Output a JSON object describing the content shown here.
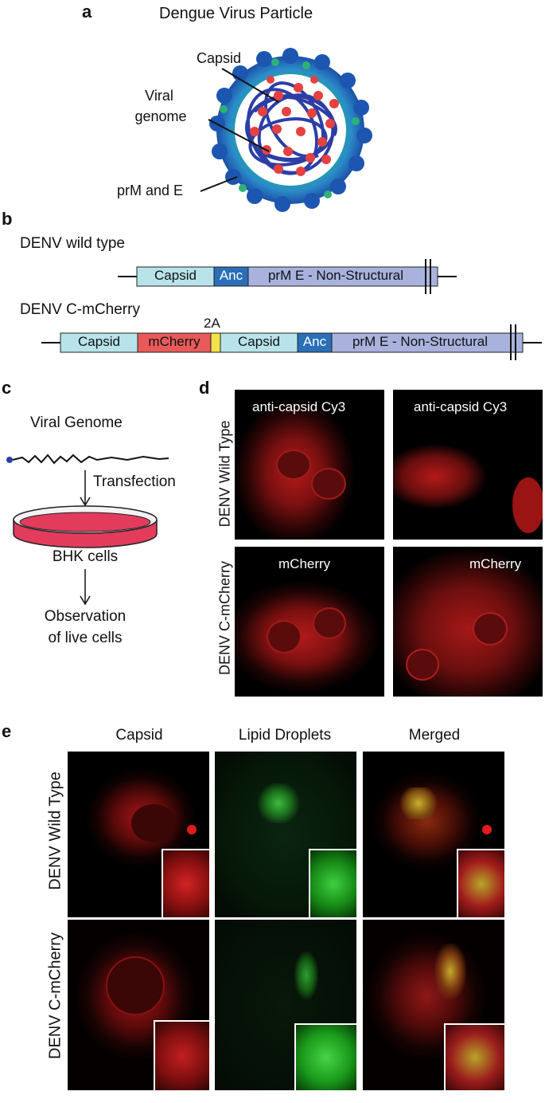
{
  "panel_a": {
    "letter": "a",
    "title": "Dengue Virus Particle",
    "labels": {
      "capsid": "Capsid",
      "viral": "Viral",
      "genome": "genome",
      "prm_e": "prM and E"
    }
  },
  "panel_b": {
    "letter": "b",
    "wild_type": {
      "label": "DENV wild type",
      "segments": [
        "Capsid",
        "Anc",
        "prM E - Non-Structural"
      ]
    },
    "c_mcherry": {
      "label": "DENV C-mCherry",
      "marker_2a": "2A",
      "segments": [
        "Capsid",
        "mCherry",
        "Capsid",
        "Anc",
        "prM E - Non-Structural"
      ]
    },
    "colors": {
      "capsid": "#b8e3ea",
      "anc": "#2a6fb8",
      "prm": "#a8b2dd",
      "mcherry": "#e85a5a",
      "two_a": "#f2e34a"
    }
  },
  "panel_c": {
    "letter": "c",
    "viral_genome": "Viral Genome",
    "transfection": "Transfection",
    "bhk": "BHK cells",
    "observation_1": "Observation",
    "observation_2": "of live cells"
  },
  "panel_d": {
    "letter": "d",
    "row_wild": "DENV Wild Type",
    "row_mcherry": "DENV C-mCherry",
    "img_tl": "anti-capsid Cy3",
    "img_tr": "anti-capsid Cy3",
    "img_bl": "mCherry",
    "img_br": "mCherry"
  },
  "panel_e": {
    "letter": "e",
    "col_capsid": "Capsid",
    "col_lipid": "Lipid Droplets",
    "col_merged": "Merged",
    "row_wild": "DENV Wild Type",
    "row_mcherry": "DENV C-mCherry"
  }
}
